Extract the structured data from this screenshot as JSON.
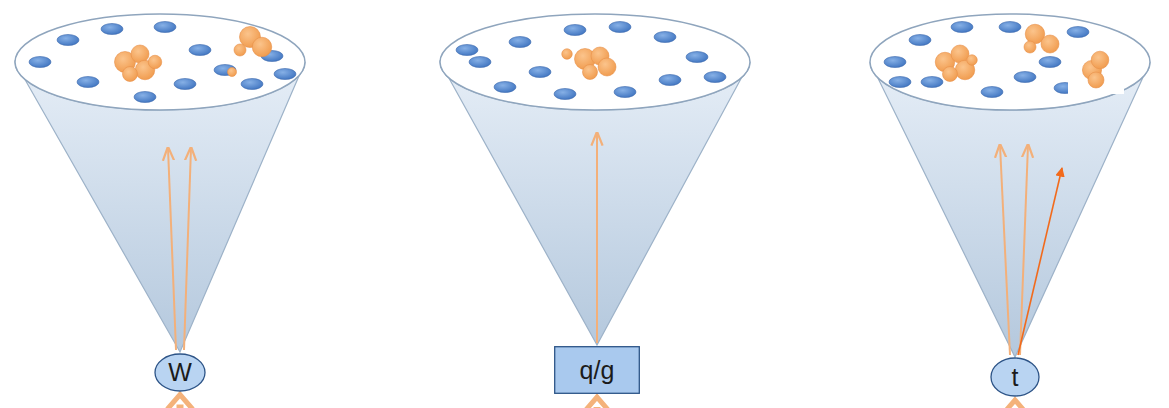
{
  "diagram": {
    "nodes": [
      {
        "text": [
          "W"
        ]
      },
      {
        "text": [
          "q/g"
        ]
      },
      {
        "text": [
          "t"
        ]
      }
    ]
  }
}
